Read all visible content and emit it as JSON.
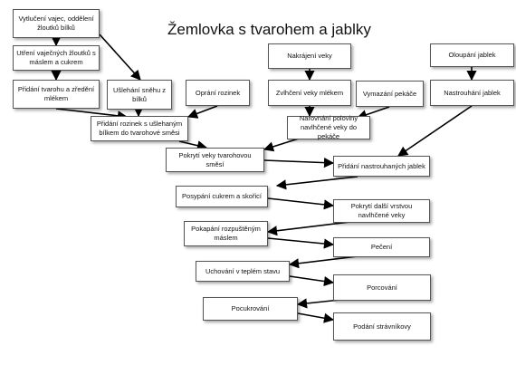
{
  "title": "Žemlovka s tvarohem a jablky",
  "steps": {
    "s1": "Vytlučení vajec, oddělení žloutků bílků",
    "s2": "Utření vaječných žloutků s máslem a cukrem",
    "s3": "Přidání tvarohu a zředění mlékem",
    "s4": "Ušlehání sněhu z bílků",
    "s5": "Oprání rozinek",
    "s6": "Nakrájení veky",
    "s7": "Zvlhčení veky mlékem",
    "s8": "Vymazání pekáče",
    "s9": "Oloupání jablek",
    "s10": "Nastrouhání jablek",
    "s11": "Přidání rozinek s ušlehaným bílkem do tvarohové směsi",
    "s12": "Narovnání poloviny navlhčené veky do pekáče",
    "s13": "Pokrytí veky tvarohovou směsí",
    "s14": "Přidání nastrouhaných jablek",
    "s15": "Posypání cukrem a skořicí",
    "s16": "Pokrytí další vrstvou navlhčené veky",
    "s17": "Pokapání rozpuštěným máslem",
    "s18": "Pečení",
    "s19": "Uchování v teplém stavu",
    "s20": "Porcování",
    "s21": "Pocukrování",
    "s22": "Podání strávníkovy"
  }
}
